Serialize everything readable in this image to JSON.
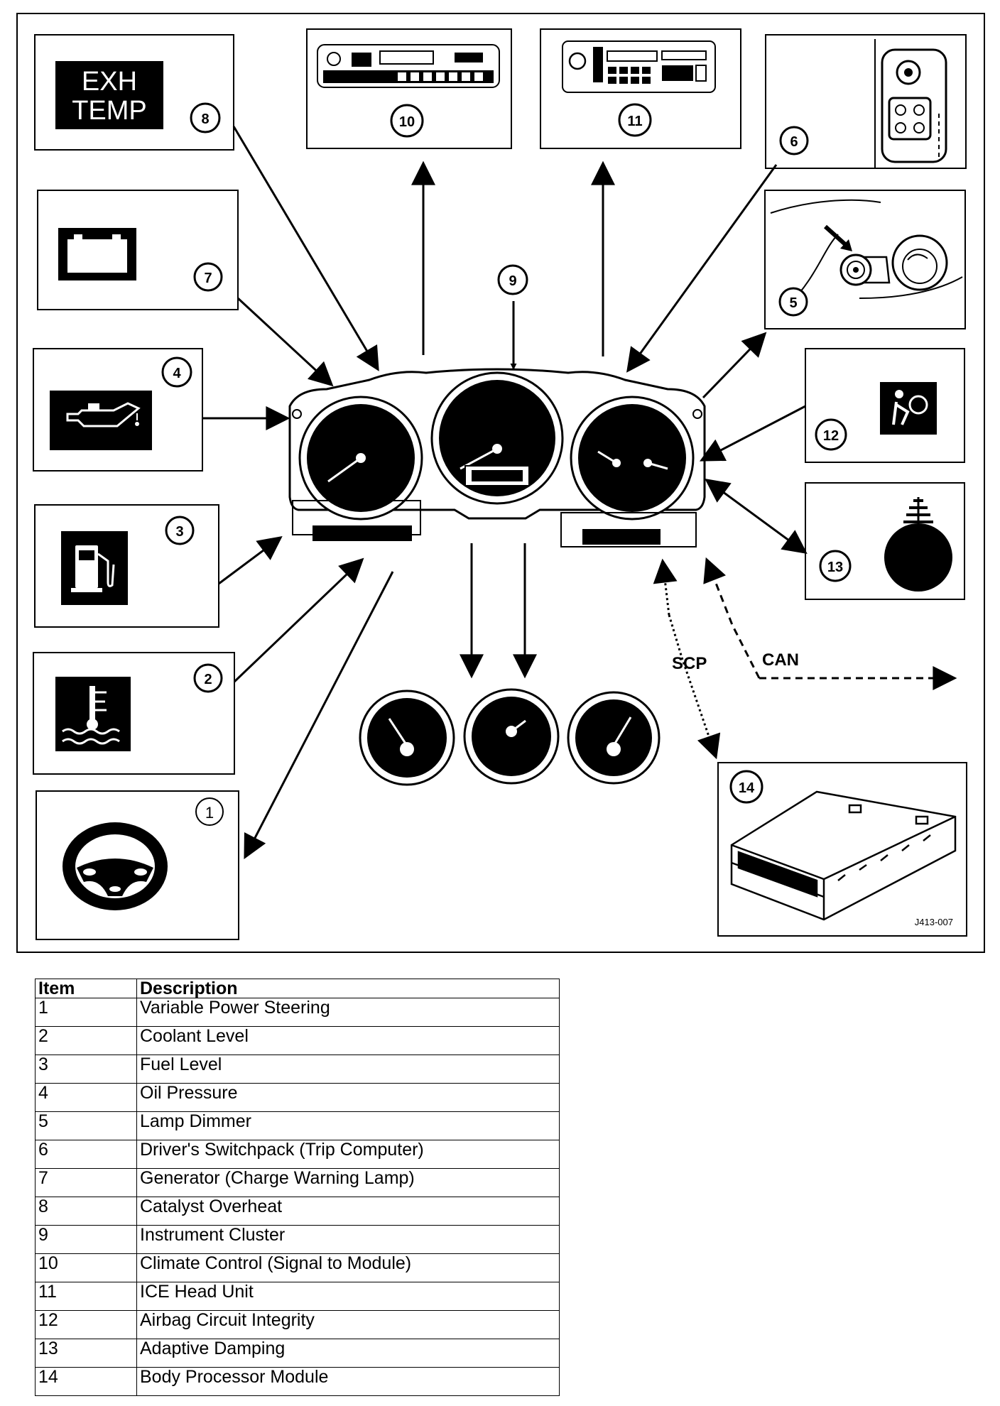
{
  "diagram": {
    "labels": {
      "exh_temp_line1": "EXH",
      "exh_temp_line2": "TEMP",
      "scp": "SCP",
      "can": "CAN",
      "figure_code": "J413-007"
    },
    "callouts": [
      "1",
      "2",
      "3",
      "4",
      "5",
      "6",
      "7",
      "8",
      "9",
      "10",
      "11",
      "12",
      "13",
      "14"
    ]
  },
  "legend": {
    "headers": {
      "item": "Item",
      "description": "Description"
    },
    "rows": [
      {
        "item": "1",
        "description": "Variable Power Steering"
      },
      {
        "item": "2",
        "description": "Coolant Level"
      },
      {
        "item": "3",
        "description": "Fuel Level"
      },
      {
        "item": "4",
        "description": "Oil Pressure"
      },
      {
        "item": "5",
        "description": "Lamp Dimmer"
      },
      {
        "item": "6",
        "description": "Driver's Switchpack (Trip Computer)"
      },
      {
        "item": "7",
        "description": "Generator (Charge Warning Lamp)"
      },
      {
        "item": "8",
        "description": "Catalyst Overheat"
      },
      {
        "item": "9",
        "description": "Instrument Cluster"
      },
      {
        "item": "10",
        "description": "Climate Control (Signal to Module)"
      },
      {
        "item": "11",
        "description": "ICE Head Unit"
      },
      {
        "item": "12",
        "description": "Airbag Circuit Integrity"
      },
      {
        "item": "13",
        "description": "Adaptive Damping"
      },
      {
        "item": "14",
        "description": "Body Processor Module"
      }
    ]
  }
}
